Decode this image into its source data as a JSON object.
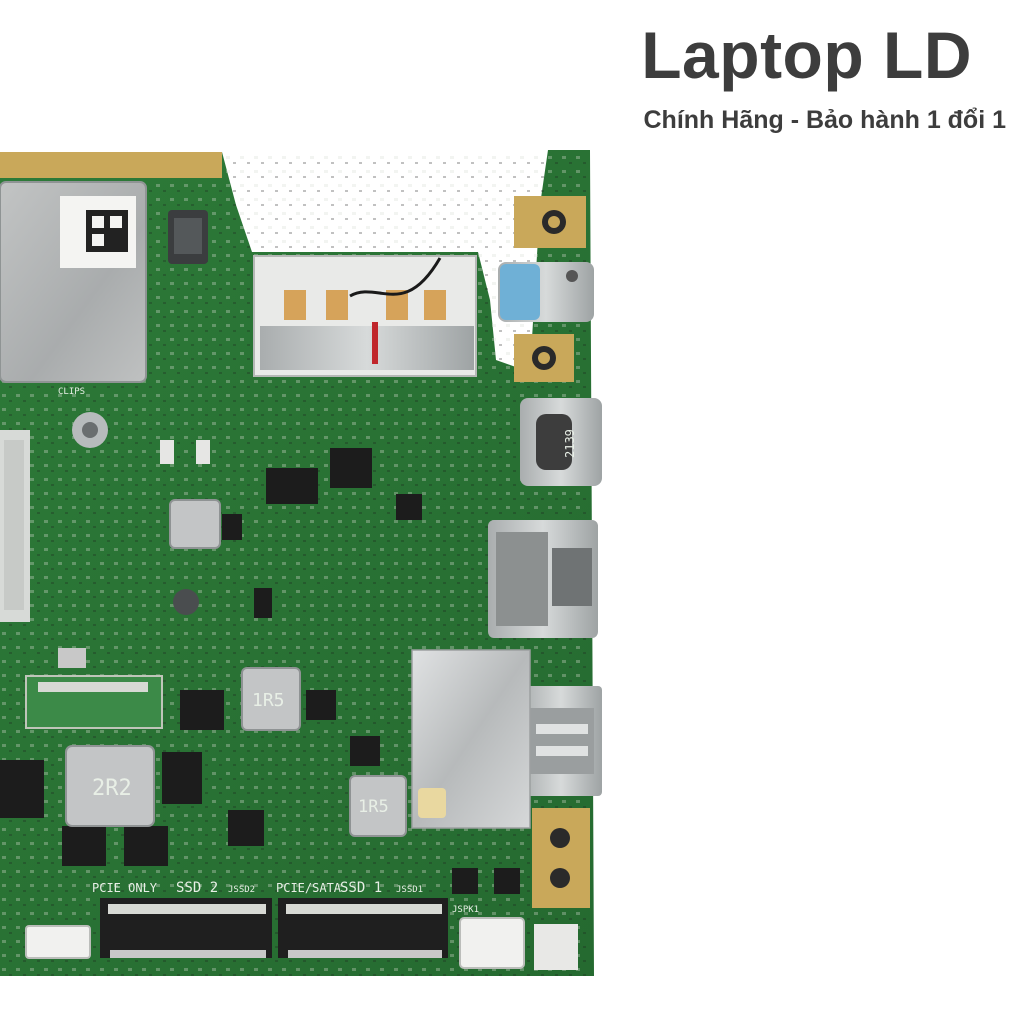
{
  "header": {
    "brand": "Laptop LD",
    "tagline": "Chính Hãng - Bảo hành 1 đổi 1"
  },
  "board": {
    "silkscreen": {
      "slot_left_type": "PCIE ONLY",
      "slot_left_name": "SSD 2",
      "slot_left_ref": "JSSD2",
      "slot_right_type": "PCIE/SATA",
      "slot_right_name": "SSD 1",
      "slot_right_ref": "JSSD1",
      "clips": "CLIPS",
      "jspk": "JSPK1",
      "inductor_a": "2R2",
      "inductor_b": "1R5",
      "inductor_c": "1R5",
      "usbc_code": "2139"
    },
    "colors": {
      "pcb": "#2f7a3a",
      "pcb_dark": "#23602c",
      "gold": "#c9a85a",
      "shield": "#b9bcbc",
      "port_metal": "#c8c8c8"
    }
  }
}
